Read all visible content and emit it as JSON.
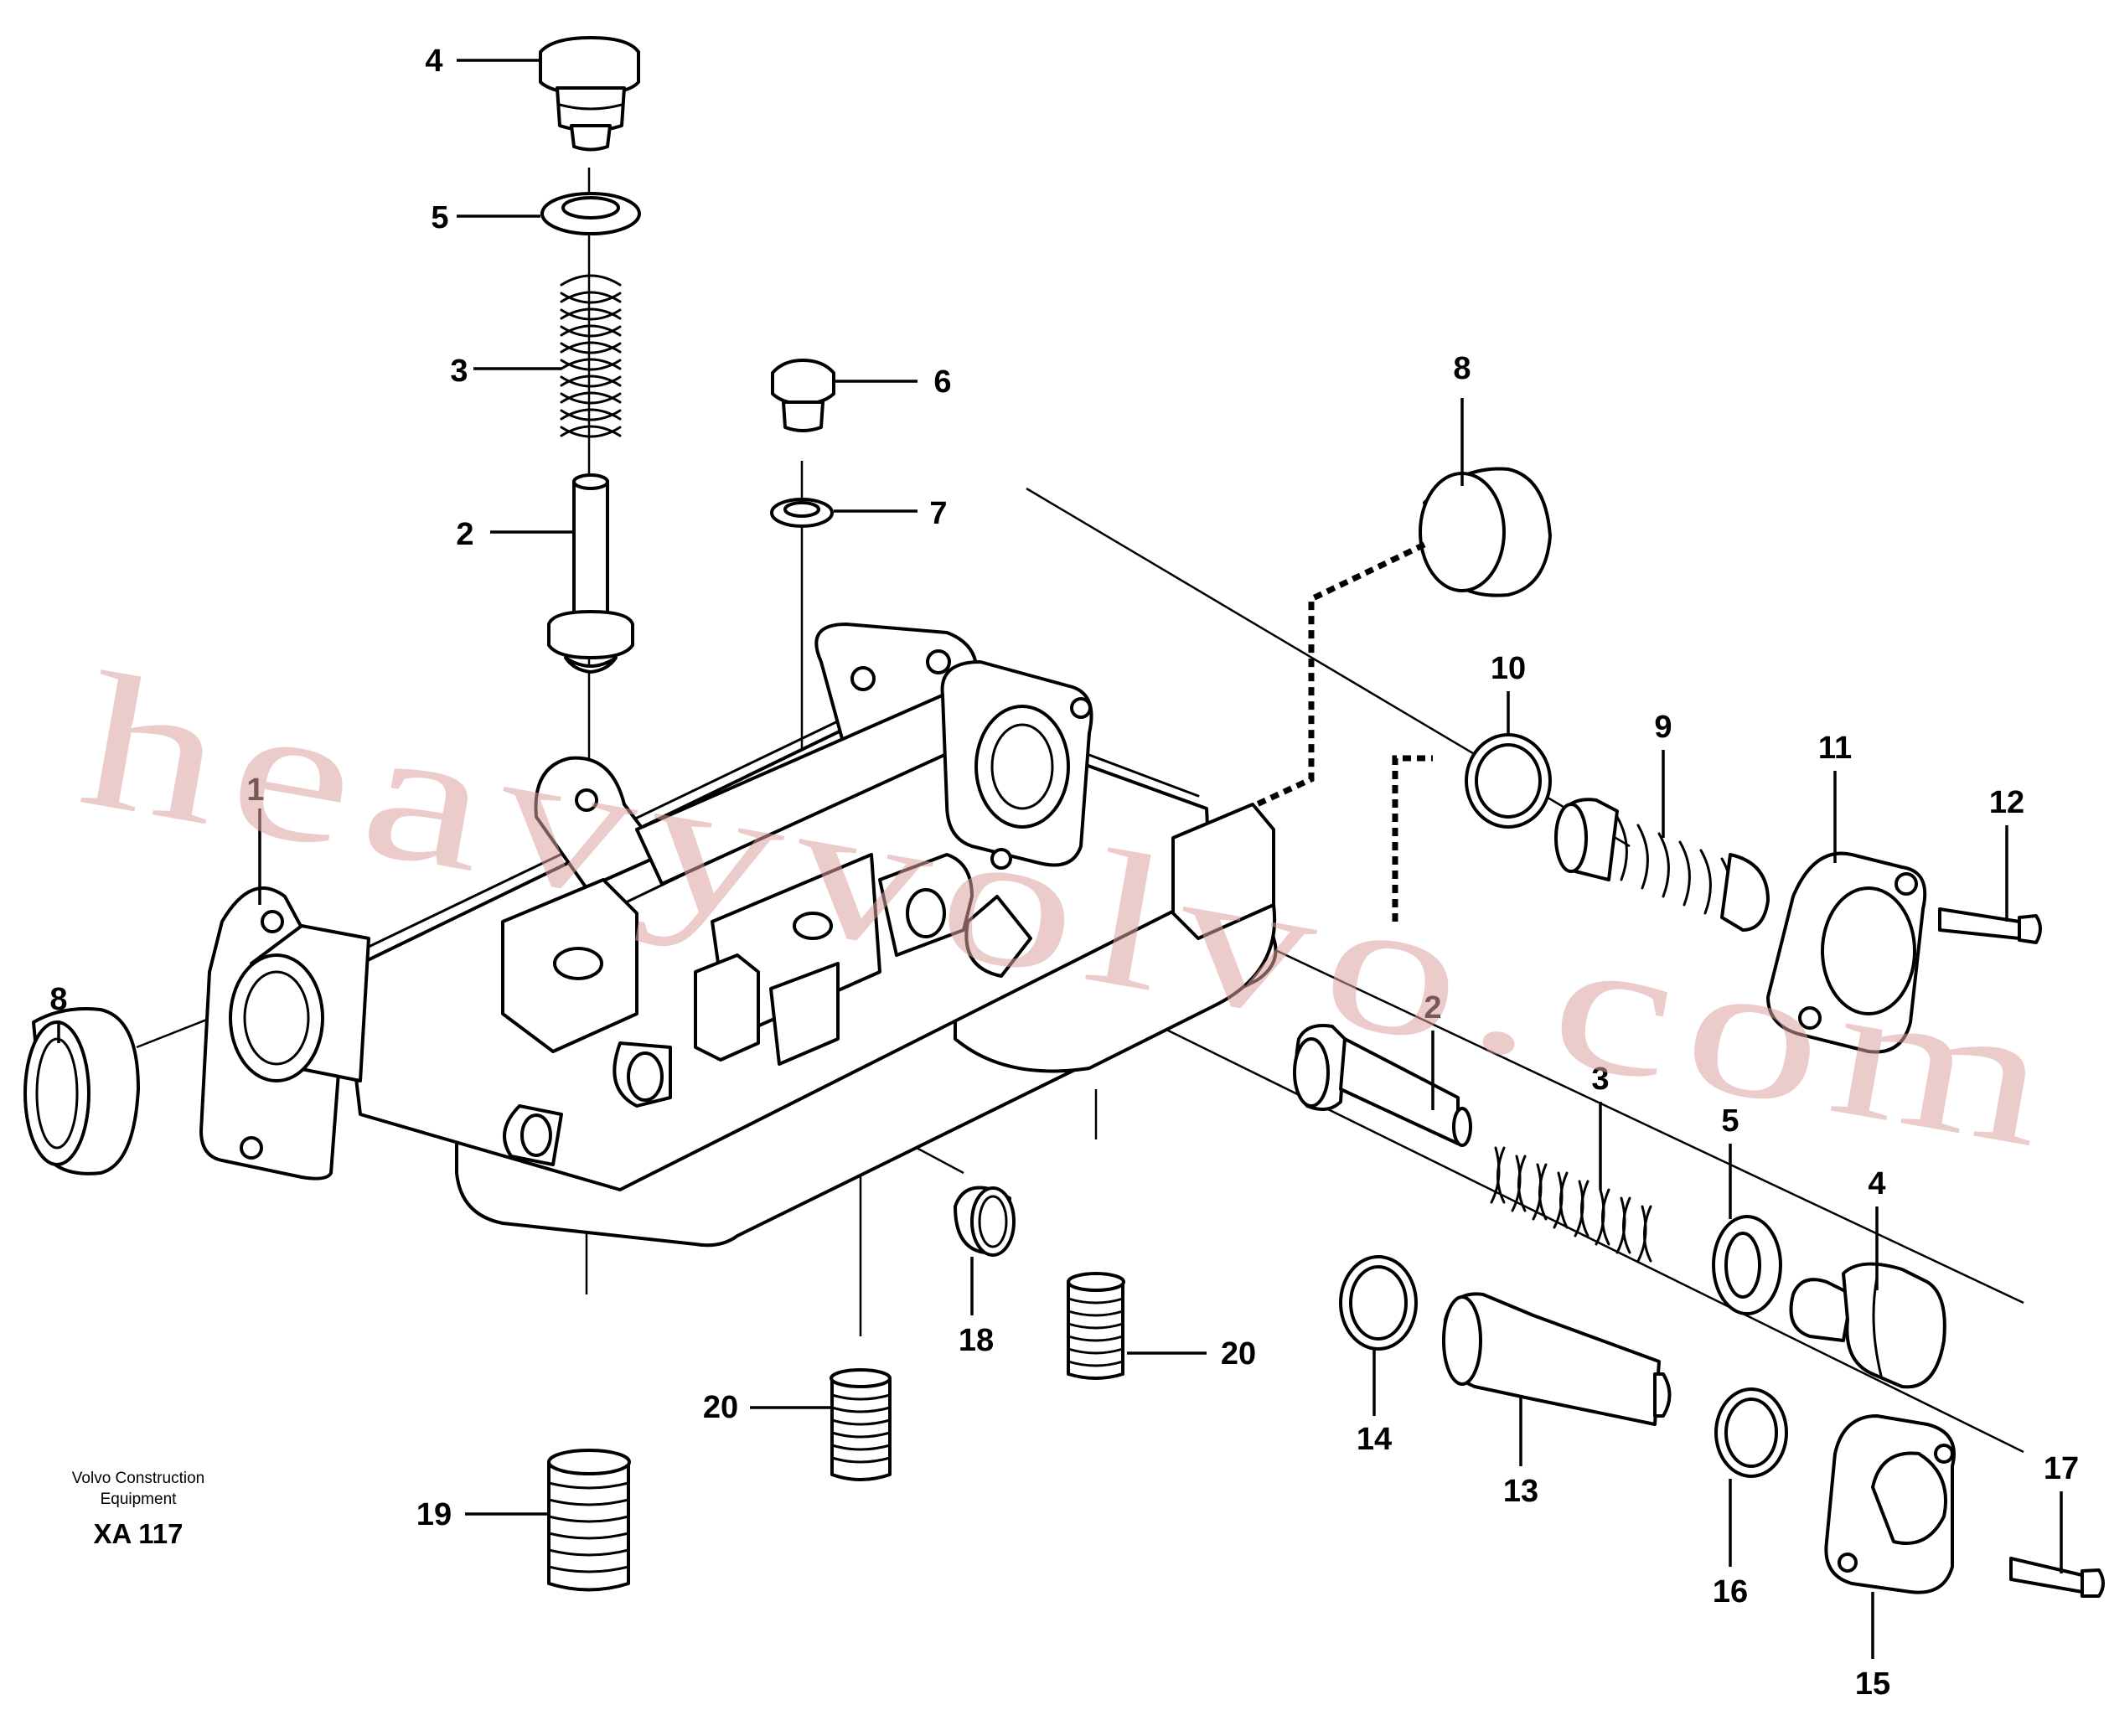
{
  "watermark": "heavyvolvo.com",
  "credit": {
    "line1": "Volvo Construction",
    "line2": "Equipment",
    "code": "XA 117"
  },
  "callouts": [
    {
      "id": "c4-top",
      "text": "4"
    },
    {
      "id": "c5-top",
      "text": "5"
    },
    {
      "id": "c3-top",
      "text": "3"
    },
    {
      "id": "c2-top",
      "text": "2"
    },
    {
      "id": "c6",
      "text": "6"
    },
    {
      "id": "c7",
      "text": "7"
    },
    {
      "id": "c8-right",
      "text": "8"
    },
    {
      "id": "c1",
      "text": "1"
    },
    {
      "id": "c8-left",
      "text": "8"
    },
    {
      "id": "c10",
      "text": "10"
    },
    {
      "id": "c9",
      "text": "9"
    },
    {
      "id": "c11",
      "text": "11"
    },
    {
      "id": "c12",
      "text": "12"
    },
    {
      "id": "c2-right",
      "text": "2"
    },
    {
      "id": "c3-right",
      "text": "3"
    },
    {
      "id": "c5-right",
      "text": "5"
    },
    {
      "id": "c4-right",
      "text": "4"
    },
    {
      "id": "c18",
      "text": "18"
    },
    {
      "id": "c20-right",
      "text": "20"
    },
    {
      "id": "c20-left",
      "text": "20"
    },
    {
      "id": "c19",
      "text": "19"
    },
    {
      "id": "c14",
      "text": "14"
    },
    {
      "id": "c13",
      "text": "13"
    },
    {
      "id": "c16",
      "text": "16"
    },
    {
      "id": "c17",
      "text": "17"
    },
    {
      "id": "c15",
      "text": "15"
    }
  ]
}
